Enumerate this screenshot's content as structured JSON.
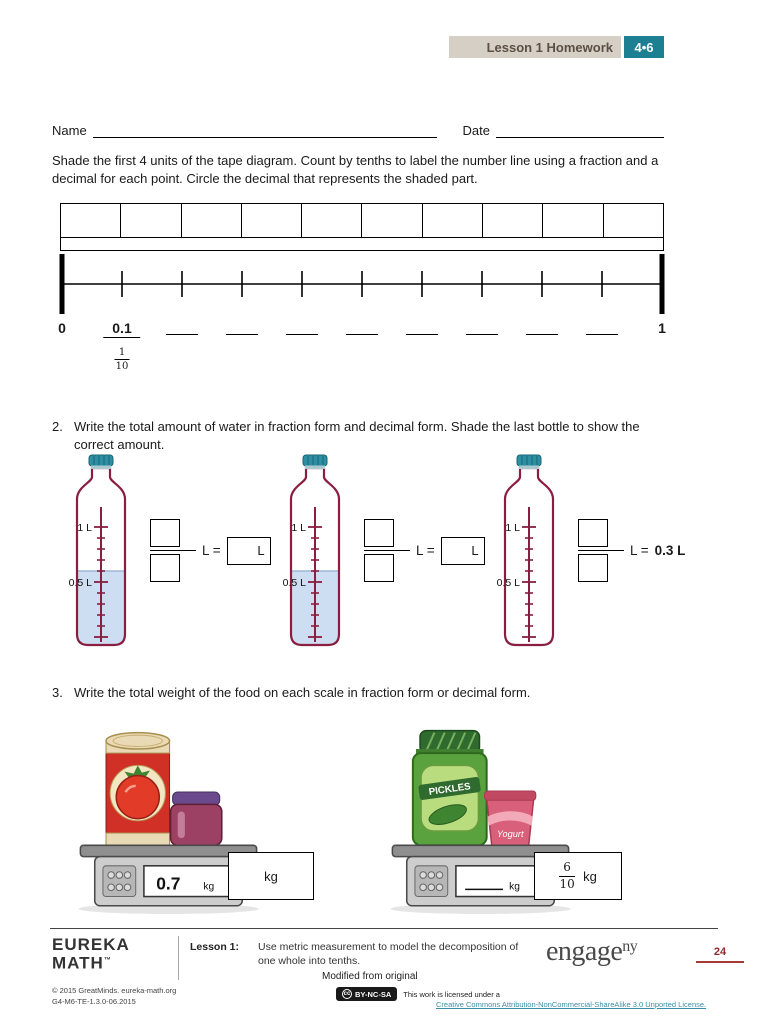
{
  "colors": {
    "header_bar": "#d6cfc6",
    "badge_teal": "#1d7f92",
    "bottle_maroon": "#8a1e40",
    "water_blue": "#cdddf2",
    "page_number_red": "#8f2b2b"
  },
  "header": {
    "title": "Lesson 1 Homework",
    "badge": "4•6"
  },
  "labels": {
    "name": "Name",
    "date": "Date"
  },
  "q1": {
    "instructions": "Shade the first 4 units of the tape diagram.  Count by tenths to label the number line using a fraction and a decimal for each point.  Circle the decimal that represents the shaded part.",
    "zero": "0",
    "one": "1",
    "first_point": "0.1",
    "fraction_numerator": "1",
    "fraction_denominator": "10"
  },
  "q2": {
    "number": "2.",
    "text": "Write the total amount of water in fraction form and decimal form.  Shade the last bottle to show the correct amount.",
    "bottles": [
      {
        "top_label": "1 L",
        "mid_label": "0.5 L",
        "equals_label": "L =",
        "unit": "L"
      },
      {
        "top_label": "1 L",
        "mid_label": "0.5 L",
        "equals_label": "L =",
        "unit": "L"
      },
      {
        "top_label": "1 L",
        "mid_label": "0.5 L",
        "equals_label": "L =",
        "answer": "0.3 L"
      }
    ]
  },
  "q3": {
    "number": "3.",
    "text": "Write the total weight of the food on each scale in fraction form or decimal form.",
    "left_scale": {
      "display_value": "0.7",
      "display_unit": "kg",
      "answer_unit": "kg"
    },
    "right_scale": {
      "display_unit": "kg",
      "answer_numerator": "6",
      "answer_denominator": "10",
      "answer_unit": "kg"
    },
    "pickles_label": "PICKLES",
    "yogurt_label": "Yogurt"
  },
  "footer": {
    "logo_line1": "EUREKA",
    "logo_line2": "MATH",
    "trademark": "™",
    "lesson_label": "Lesson 1:",
    "lesson_description": "Use metric measurement to model the decomposition of one whole into tenths.",
    "engage": "engage",
    "engage_sup": "ny",
    "page_number": "24",
    "copyright_line1": "© 2015 GreatMinds. eureka-math.org",
    "copyright_line2": "G4-M6-TE-1.3.0-06.2015",
    "modified_note": "Modified from original",
    "cc_badge": "BY-NC-SA",
    "license_intro": "This work is licensed under a",
    "license_link": "Creative Commons Attribution-NonCommercial-ShareAlike 3.0 Unported License."
  }
}
